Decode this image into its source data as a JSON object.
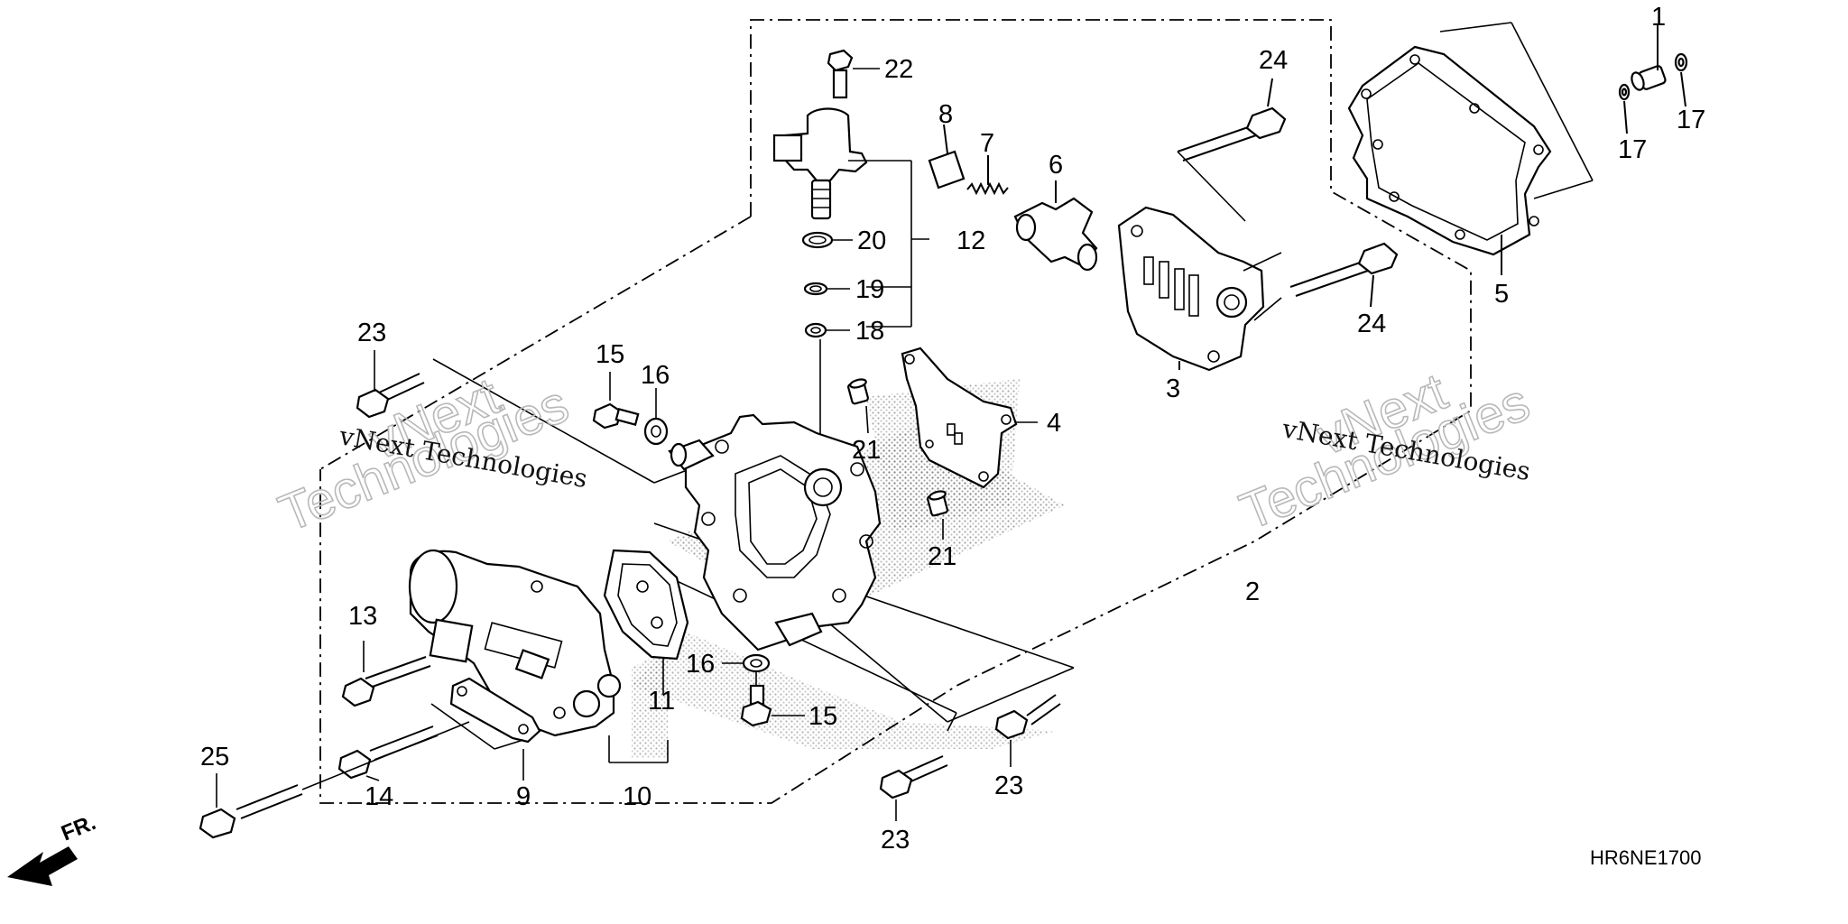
{
  "diagram": {
    "code": "HR6NE1700",
    "direction_label": "FR.",
    "watermarks": [
      {
        "small": "vNext Technologies",
        "big_top": "vNext",
        "big_bottom": "Technologies"
      },
      {
        "small": "vNext Technologies",
        "big_top": "vNext",
        "big_bottom": "Technologies"
      }
    ],
    "callouts": {
      "c1": "1",
      "c2": "2",
      "c3": "3",
      "c4": "4",
      "c5": "5",
      "c6": "6",
      "c7": "7",
      "c8": "8",
      "c9": "9",
      "c10": "10",
      "c11": "11",
      "c12": "12",
      "c13": "13",
      "c14": "14",
      "c15a": "15",
      "c15b": "15",
      "c16a": "16",
      "c16b": "16",
      "c17a": "17",
      "c17b": "17",
      "c18": "18",
      "c19": "19",
      "c20": "20",
      "c21a": "21",
      "c21b": "21",
      "c22": "22",
      "c23a": "23",
      "c23b": "23",
      "c23c": "23",
      "c24a": "24",
      "c24b": "24",
      "c25": "25"
    }
  }
}
